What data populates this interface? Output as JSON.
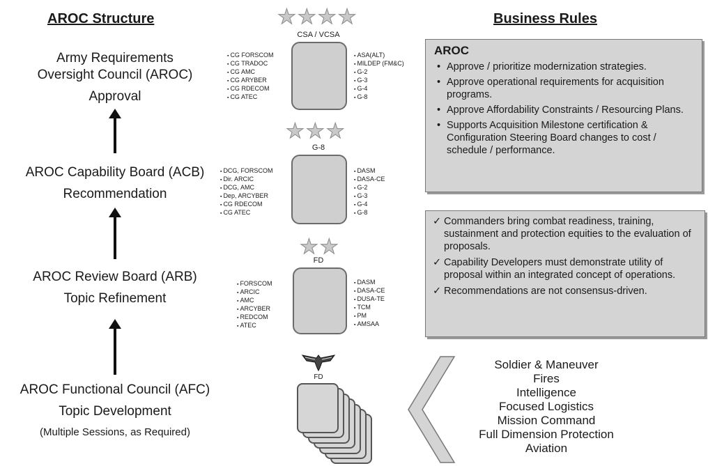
{
  "headers": {
    "left": "AROC Structure",
    "right": "Business Rules"
  },
  "levels": [
    {
      "title_line1": "Army Requirements",
      "title_line2": "Oversight Council (AROC)",
      "role": "Approval"
    },
    {
      "title_line1": "AROC Capability Board (ACB)",
      "role": "Recommendation"
    },
    {
      "title_line1": "AROC Review Board (ARB)",
      "role": "Topic Refinement"
    },
    {
      "title_line1": "AROC Functional Council (AFC)",
      "role": "Topic Development",
      "note": "(Multiple Sessions, as Required)"
    }
  ],
  "boards": [
    {
      "stars": "★★★★",
      "chair": "CSA / VCSA",
      "left_members": [
        "CG FORSCOM",
        "CG TRADOC",
        "CG AMC",
        "CG ARYBER",
        "CG RDECOM",
        "CG ATEC"
      ],
      "right_members": [
        "ASA(ALT)",
        "MILDEP (FM&C)",
        "G-2",
        "G-3",
        "G-4",
        "G-8"
      ]
    },
    {
      "stars": "★★★",
      "chair": "G-8",
      "left_members": [
        "DCG, FORSCOM",
        "Dir. ARCIC",
        "DCG, AMC",
        "Dep, ARCYBER",
        "CG RDECOM",
        "CG ATEC"
      ],
      "right_members": [
        "DASM",
        "DASA-CE",
        "G-2",
        "G-3",
        "G-4",
        "G-8"
      ]
    },
    {
      "stars": "★★",
      "chair": "FD",
      "left_members": [
        "FORSCOM",
        "ARCIC",
        "AMC",
        "ARCYBER",
        "REDCOM",
        "ATEC"
      ],
      "right_members": [
        "DASM",
        "DASA-CE",
        "DUSA-TE",
        "TCM",
        "PM",
        "AMSAA"
      ]
    },
    {
      "chair": "FD"
    }
  ],
  "aroc_box": {
    "title": "AROC",
    "rules": [
      "Approve / prioritize modernization strategies.",
      "Approve operational requirements for acquisition programs.",
      "Approve Affordability Constraints / Resourcing Plans.",
      "Supports Acquisition Milestone certification & Configuration Steering Board changes to cost / schedule / performance."
    ]
  },
  "principles": [
    "Commanders bring combat readiness, training, sustainment and protection equities to the evaluation of proposals.",
    "Capability Developers must demonstrate utility of proposal within an integrated concept of operations.",
    "Recommendations are not consensus-driven."
  ],
  "functional_councils": [
    "Soldier & Maneuver",
    "Fires",
    "Intelligence",
    "Focused Logistics",
    "Mission Command",
    "Full Dimension Protection",
    "Aviation"
  ],
  "colors": {
    "box_fill": "#d4d4d4",
    "board_fill": "#cfcfcf",
    "star_fill": "#c9c9c9",
    "text": "#1a1a1a"
  },
  "icons": {
    "stars": "star-icon",
    "eagle": "eagle-insignia-icon",
    "arrow": "up-arrow-icon",
    "chevron": "left-chevron-icon"
  }
}
